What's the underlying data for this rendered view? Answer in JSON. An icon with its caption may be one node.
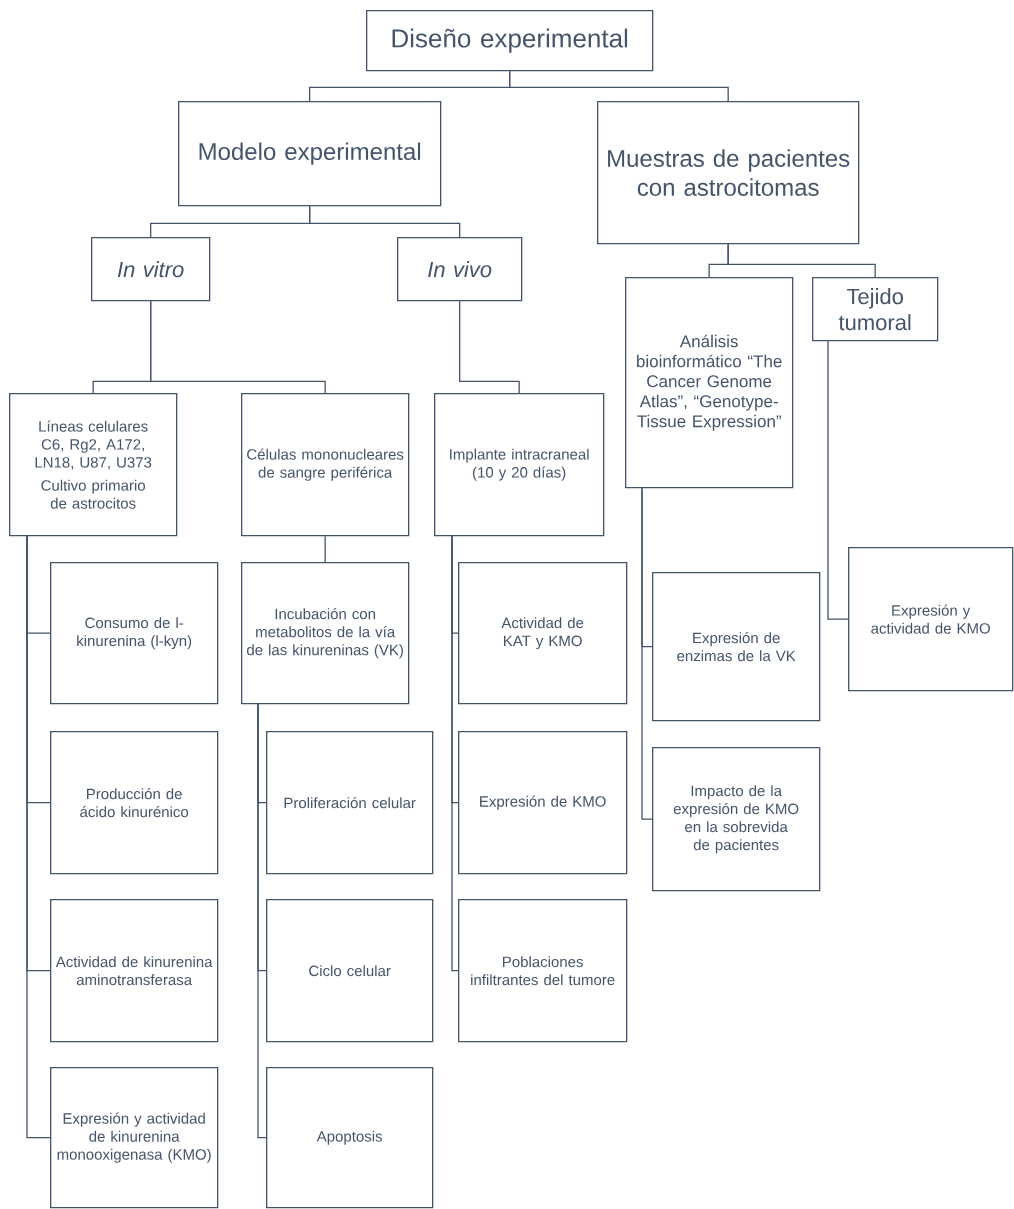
{
  "diagram": {
    "nodes": [
      {
        "text": [
          "Diseño experimental"
        ]
      },
      {
        "text": [
          "Modelo experimental"
        ]
      },
      {
        "text": [
          "Muestras de pacientes con astrocitomas"
        ]
      },
      {
        "text": [
          "In vitro"
        ]
      },
      {
        "text": [
          "In vivo"
        ]
      },
      {
        "text": [
          "Líneas celulares C6, Rg2, A172, LN18, U87, U373",
          "Cultivo primario de astrocitos"
        ]
      },
      {
        "text": [
          "Células mononucleares de sangre periférica"
        ]
      },
      {
        "text": [
          "Implante intracraneal (10 y 20 días)"
        ]
      },
      {
        "text": [
          "Consumo de l-kinurenina (l-kyn)"
        ]
      },
      {
        "text": [
          "Producción de ácido kinurénico"
        ]
      },
      {
        "text": [
          "Actividad de kinurenina aminotransferasa"
        ]
      },
      {
        "text": [
          "Expresión y actividad de kinurenina monooxigenasa (KMO)"
        ]
      },
      {
        "text": [
          "Incubación con metabolitos de la vía de las kinureninas (VK)"
        ]
      },
      {
        "text": [
          "Proliferación celular"
        ]
      },
      {
        "text": [
          "Ciclo celular"
        ]
      },
      {
        "text": [
          "Apoptosis"
        ]
      },
      {
        "text": [
          "Actividad de KAT y KMO"
        ]
      },
      {
        "text": [
          "Expresión de KMO"
        ]
      },
      {
        "text": [
          "Poblaciones infiltrantes del tumore"
        ]
      },
      {
        "text": [
          "Análisis bioinformático “The Cancer Genome Atlas”, “Genotype-Tissue Expression”"
        ]
      },
      {
        "text": [
          "Tejido tumoral"
        ]
      },
      {
        "text": [
          "Expresión de enzimas de la VK"
        ]
      },
      {
        "text": [
          "Impacto de la expresión de KMO en la sobrevida de pacientes"
        ]
      },
      {
        "text": [
          "Expresión y actividad de KMO"
        ]
      }
    ],
    "edges": [
      {
        "from": 0,
        "to": 1,
        "arrow": "none"
      },
      {
        "from": 0,
        "to": 2,
        "arrow": "none"
      },
      {
        "from": 1,
        "to": 3,
        "arrow": "none"
      },
      {
        "from": 1,
        "to": 4,
        "arrow": "none"
      },
      {
        "from": 2,
        "to": 19,
        "arrow": "none"
      },
      {
        "from": 2,
        "to": 20,
        "arrow": "none"
      },
      {
        "from": 3,
        "to": 5,
        "arrow": "none"
      },
      {
        "from": 3,
        "to": 6,
        "arrow": "none"
      },
      {
        "from": 4,
        "to": 7,
        "arrow": "none"
      },
      {
        "from": 6,
        "to": 12,
        "arrow": "none"
      },
      {
        "from": 5,
        "to": 8,
        "arrow": "none"
      },
      {
        "from": 5,
        "to": 9,
        "arrow": "none"
      },
      {
        "from": 5,
        "to": 10,
        "arrow": "none"
      },
      {
        "from": 5,
        "to": 11,
        "arrow": "none"
      },
      {
        "from": 12,
        "to": 13,
        "arrow": "none"
      },
      {
        "from": 12,
        "to": 14,
        "arrow": "none"
      },
      {
        "from": 12,
        "to": 15,
        "arrow": "none"
      },
      {
        "from": 7,
        "to": 16,
        "arrow": "none"
      },
      {
        "from": 7,
        "to": 17,
        "arrow": "none"
      },
      {
        "from": 7,
        "to": 18,
        "arrow": "none"
      },
      {
        "from": 19,
        "to": 21,
        "arrow": "none"
      },
      {
        "from": 19,
        "to": 22,
        "arrow": "none"
      },
      {
        "from": 20,
        "to": 23,
        "arrow": "none"
      }
    ]
  }
}
